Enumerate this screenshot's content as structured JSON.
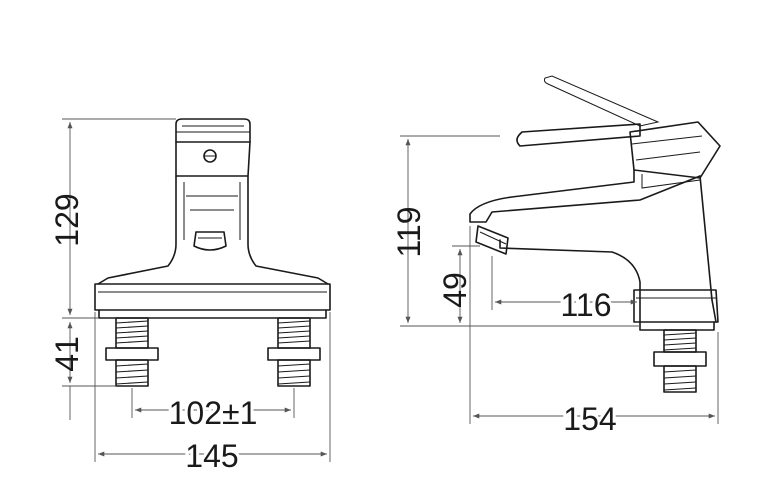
{
  "dimensions": {
    "front_height": "129",
    "front_thread_height": "41",
    "front_centers": "102±1",
    "front_width": "145",
    "side_height": "119",
    "side_spout_height": "49",
    "side_spout_reach": "116",
    "side_depth": "154"
  },
  "colors": {
    "line": "#1a1a1a",
    "dimension": "#555555",
    "background": "#ffffff"
  }
}
